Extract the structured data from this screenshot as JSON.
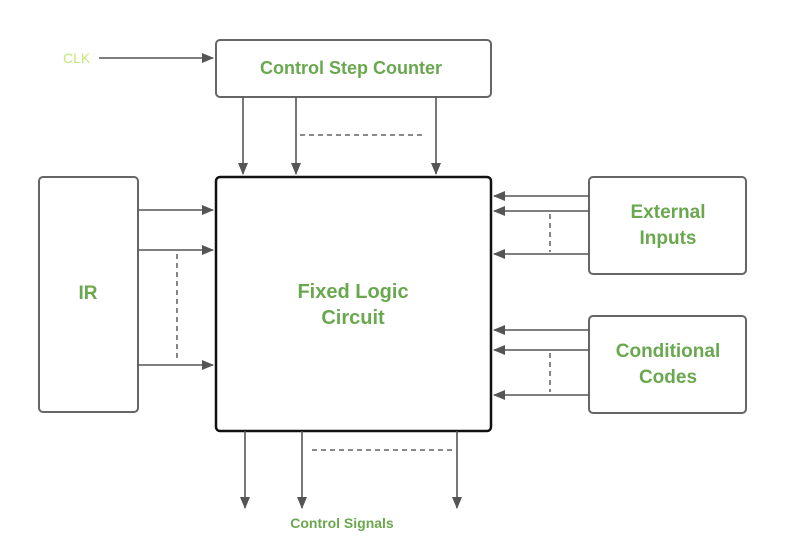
{
  "diagram": {
    "clock_label": "CLK",
    "counter_label": "Control Step Counter",
    "ir_label": "IR",
    "logic_label_line1": "Fixed Logic",
    "logic_label_line2": "Circuit",
    "external_label_line1": "External",
    "external_label_line2": "Inputs",
    "conditional_label_line1": "Conditional",
    "conditional_label_line2": "Codes",
    "output_label": "Control Signals"
  }
}
